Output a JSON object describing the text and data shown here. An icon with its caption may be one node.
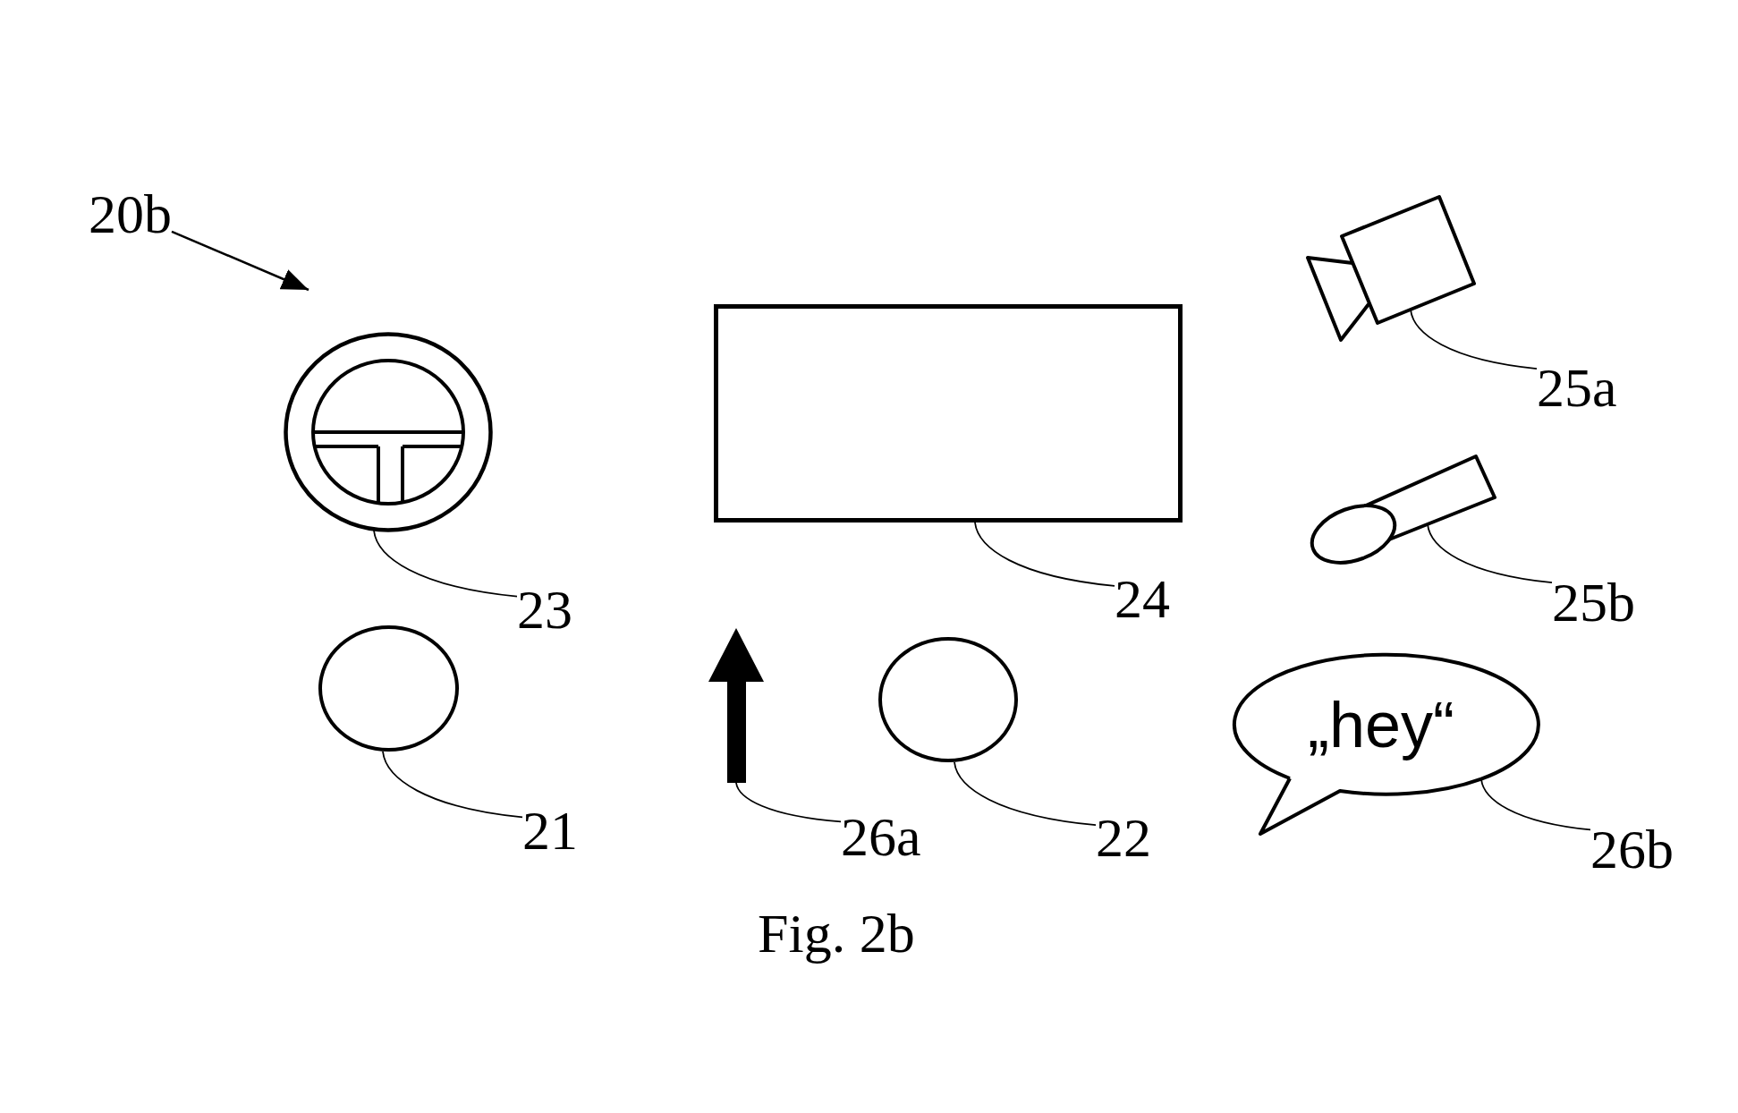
{
  "diagram": {
    "caption": "Fig. 2b",
    "nodes": [
      {
        "text": [
          "20b"
        ]
      },
      {
        "text": [],
        "shape": "picture"
      },
      {
        "text": [
          "23"
        ]
      },
      {
        "text": [],
        "shape": "box"
      },
      {
        "text": [
          "24"
        ]
      },
      {
        "text": [],
        "shape": "picture"
      },
      {
        "text": [
          "25a"
        ]
      },
      {
        "text": [],
        "shape": "picture"
      },
      {
        "text": [
          "25b"
        ]
      },
      {
        "text": [],
        "shape": "circle"
      },
      {
        "text": [
          "21"
        ]
      },
      {
        "text": [],
        "shape": "arrow"
      },
      {
        "text": [
          "26a"
        ]
      },
      {
        "text": [],
        "shape": "circle"
      },
      {
        "text": [
          "22"
        ]
      },
      {
        "text": [
          "„hey“"
        ]
      },
      {
        "text": [
          "26b"
        ]
      }
    ],
    "edges": [
      {
        "from": 0,
        "to": null,
        "arrow": "to"
      },
      {
        "from": 2,
        "to": 1,
        "arrow": "none"
      },
      {
        "from": 4,
        "to": 3,
        "arrow": "none"
      },
      {
        "from": 6,
        "to": 5,
        "arrow": "none"
      },
      {
        "from": 8,
        "to": 7,
        "arrow": "none"
      },
      {
        "from": 10,
        "to": 9,
        "arrow": "none"
      },
      {
        "from": 12,
        "to": 11,
        "arrow": "none"
      },
      {
        "from": 14,
        "to": 13,
        "arrow": "none"
      },
      {
        "from": 16,
        "to": 15,
        "arrow": "none"
      }
    ]
  }
}
